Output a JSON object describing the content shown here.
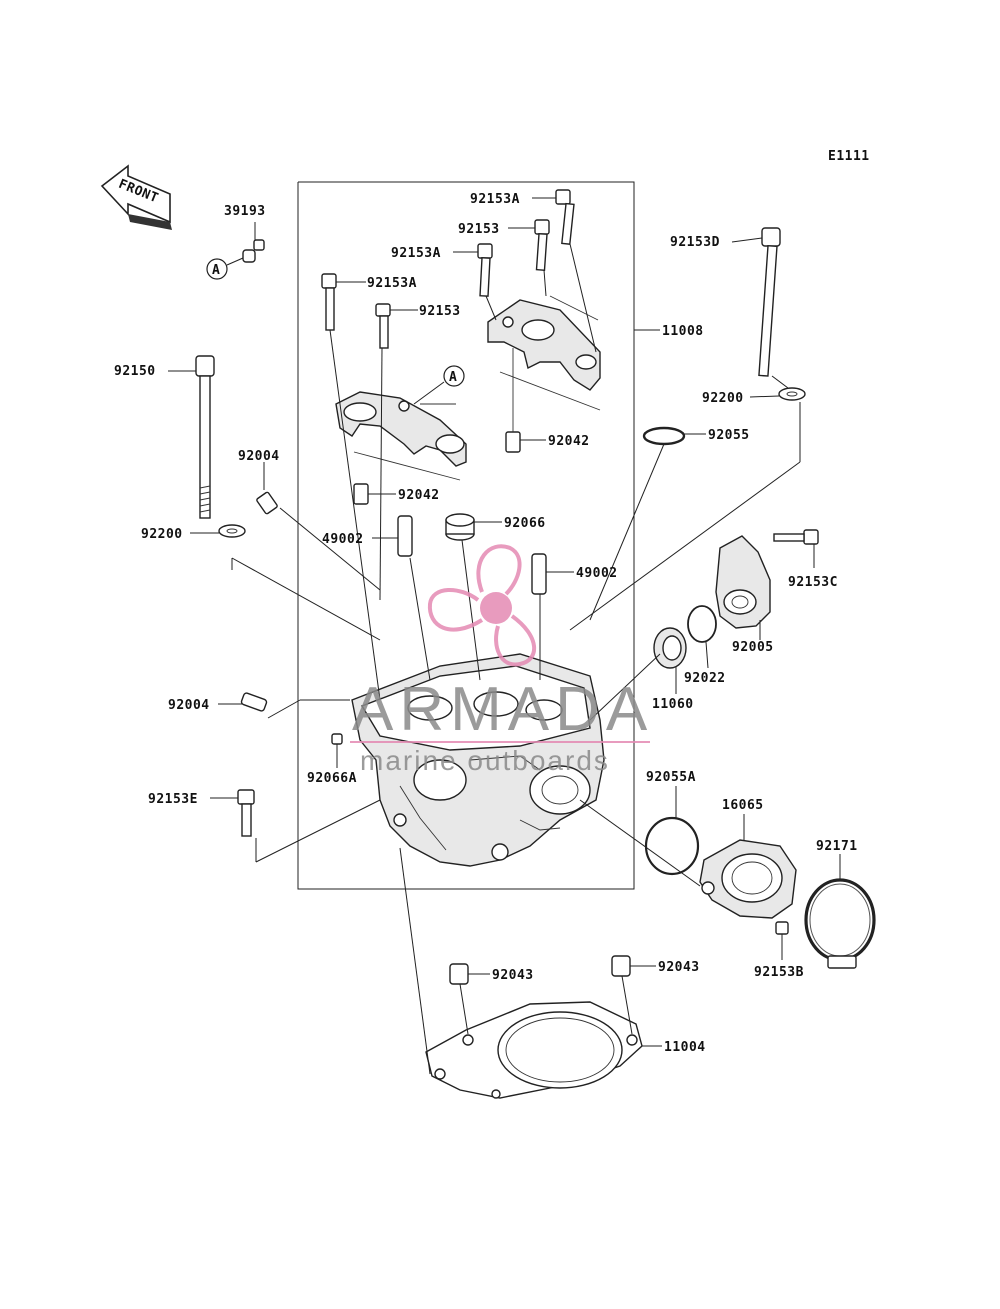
{
  "diagram_code": "E1111",
  "front_arrow_text": "FRONT",
  "ref_mark": "A",
  "watermark": {
    "brand": "ARMADA",
    "tagline": "marine outboards",
    "color": "#e48ab3"
  },
  "labels": {
    "p39193": "39193",
    "p92153A_top": "92153A",
    "p92153_top": "92153",
    "p92153A_mid": "92153A",
    "p92153A_left": "92153A",
    "p92153_left": "92153",
    "p11008": "11008",
    "p92153D": "92153D",
    "p92150": "92150",
    "p92200_right": "92200",
    "p92055": "92055",
    "p92042_right": "92042",
    "p92004_top": "92004",
    "p92042_left": "92042",
    "p92066": "92066",
    "p92200_left": "92200",
    "p49002_left": "49002",
    "p49002_right": "49002",
    "p92153C": "92153C",
    "p92005": "92005",
    "p92022": "92022",
    "p11060": "11060",
    "p92004_bottom": "92004",
    "p92066A": "92066A",
    "p92055A": "92055A",
    "p16065": "16065",
    "p92171": "92171",
    "p92153E": "92153E",
    "p92153B": "92153B",
    "p92043_left": "92043",
    "p92043_right": "92043",
    "p11004": "11004"
  }
}
